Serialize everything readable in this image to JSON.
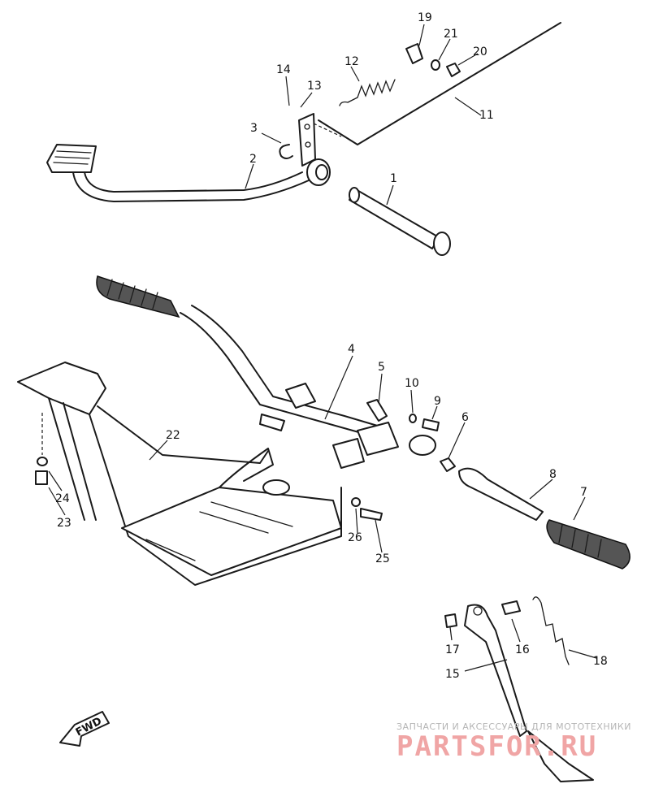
{
  "callouts": [
    "1",
    "2",
    "3",
    "4",
    "5",
    "6",
    "7",
    "8",
    "9",
    "10",
    "11",
    "12",
    "13",
    "14",
    "15",
    "16",
    "17",
    "18",
    "19",
    "20",
    "21",
    "22",
    "23",
    "24",
    "25",
    "26"
  ],
  "direction_label": "FWD",
  "watermark": {
    "tagline": "ЗАПЧАСТИ И АКСЕССУАРЫ ДЛЯ МОТОТЕХНИКИ",
    "brand": "PARTSFOR.RU"
  }
}
